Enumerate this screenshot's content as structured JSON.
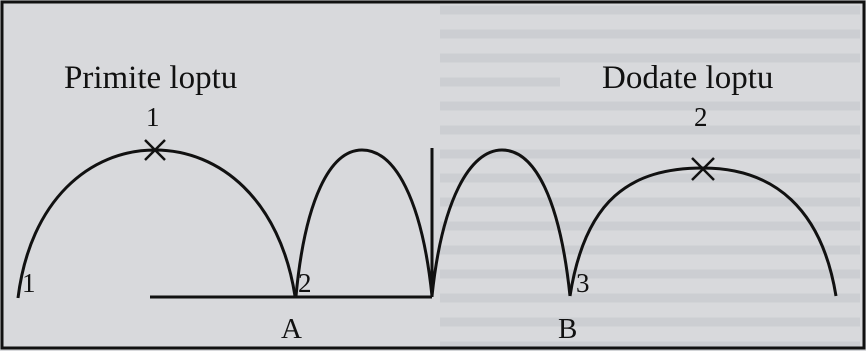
{
  "titles": {
    "receive": "Primite loptu",
    "pass": "Dodate loptu"
  },
  "markers": {
    "receive_point": "1",
    "pass_point": "2"
  },
  "numbers": {
    "n1": "1",
    "n2": "2",
    "n3": "3"
  },
  "points": {
    "a": "A",
    "b": "B"
  },
  "colors": {
    "ink": "#111111",
    "paper": "#d8d9dc",
    "bleed_text": "#a9abb0"
  }
}
